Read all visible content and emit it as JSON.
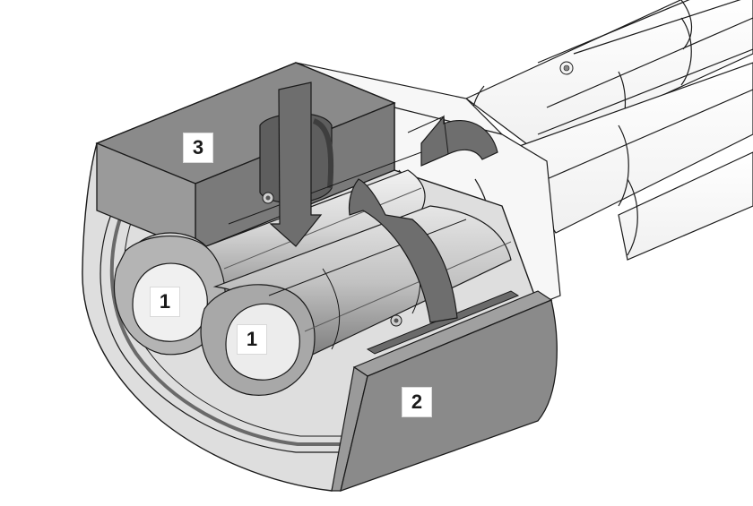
{
  "labels": {
    "inlet": "3",
    "rotor_left": "1",
    "rotor_right": "1",
    "outlet": "2"
  },
  "colors": {
    "housing_face": "#dedede",
    "housing_dark": "#808080",
    "housing_mid": "#9a9a9a",
    "rotor_light": "#e8e8e8",
    "rotor_mid": "#b8b8b8",
    "flow_arrow": "#6e6e6e",
    "outline": "#1a1a1a",
    "background": "#ffffff"
  }
}
